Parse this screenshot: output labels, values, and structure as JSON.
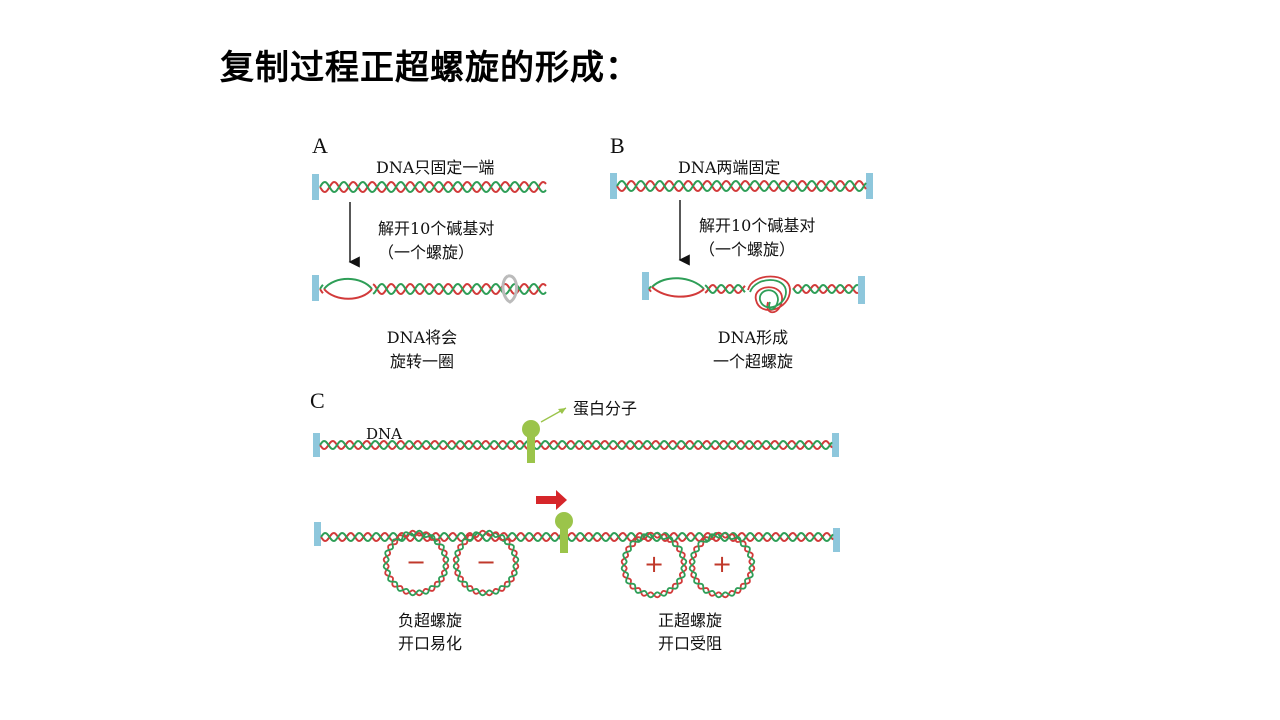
{
  "title": "复制过程正超螺旋的形成：",
  "panels": {
    "a": {
      "letter": "A",
      "top_label": "DNA只固定一端",
      "step_label_1": "解开10个碱基对",
      "step_label_2": "（一个螺旋）",
      "result_1": "DNA将会",
      "result_2": "旋转一圈"
    },
    "b": {
      "letter": "B",
      "top_label": "DNA两端固定",
      "step_label_1": "解开10个碱基对",
      "step_label_2": "（一个螺旋）",
      "result_1": "DNA形成",
      "result_2": "一个超螺旋"
    },
    "c": {
      "letter": "C",
      "protein_label": "蛋白分子",
      "dna_label": "DNA",
      "negative_sign": "−",
      "positive_sign": "+",
      "negative_1": "负超螺旋",
      "negative_2": "开口易化",
      "positive_1": "正超螺旋",
      "positive_2": "开口受阻"
    }
  },
  "colors": {
    "strand_red": "#d23a3a",
    "strand_green": "#2e9e57",
    "anchor_blue": "#8ec7dc",
    "protein_green": "#9bc44a",
    "arrow_red": "#d6262a",
    "arrow_black": "#111111"
  }
}
